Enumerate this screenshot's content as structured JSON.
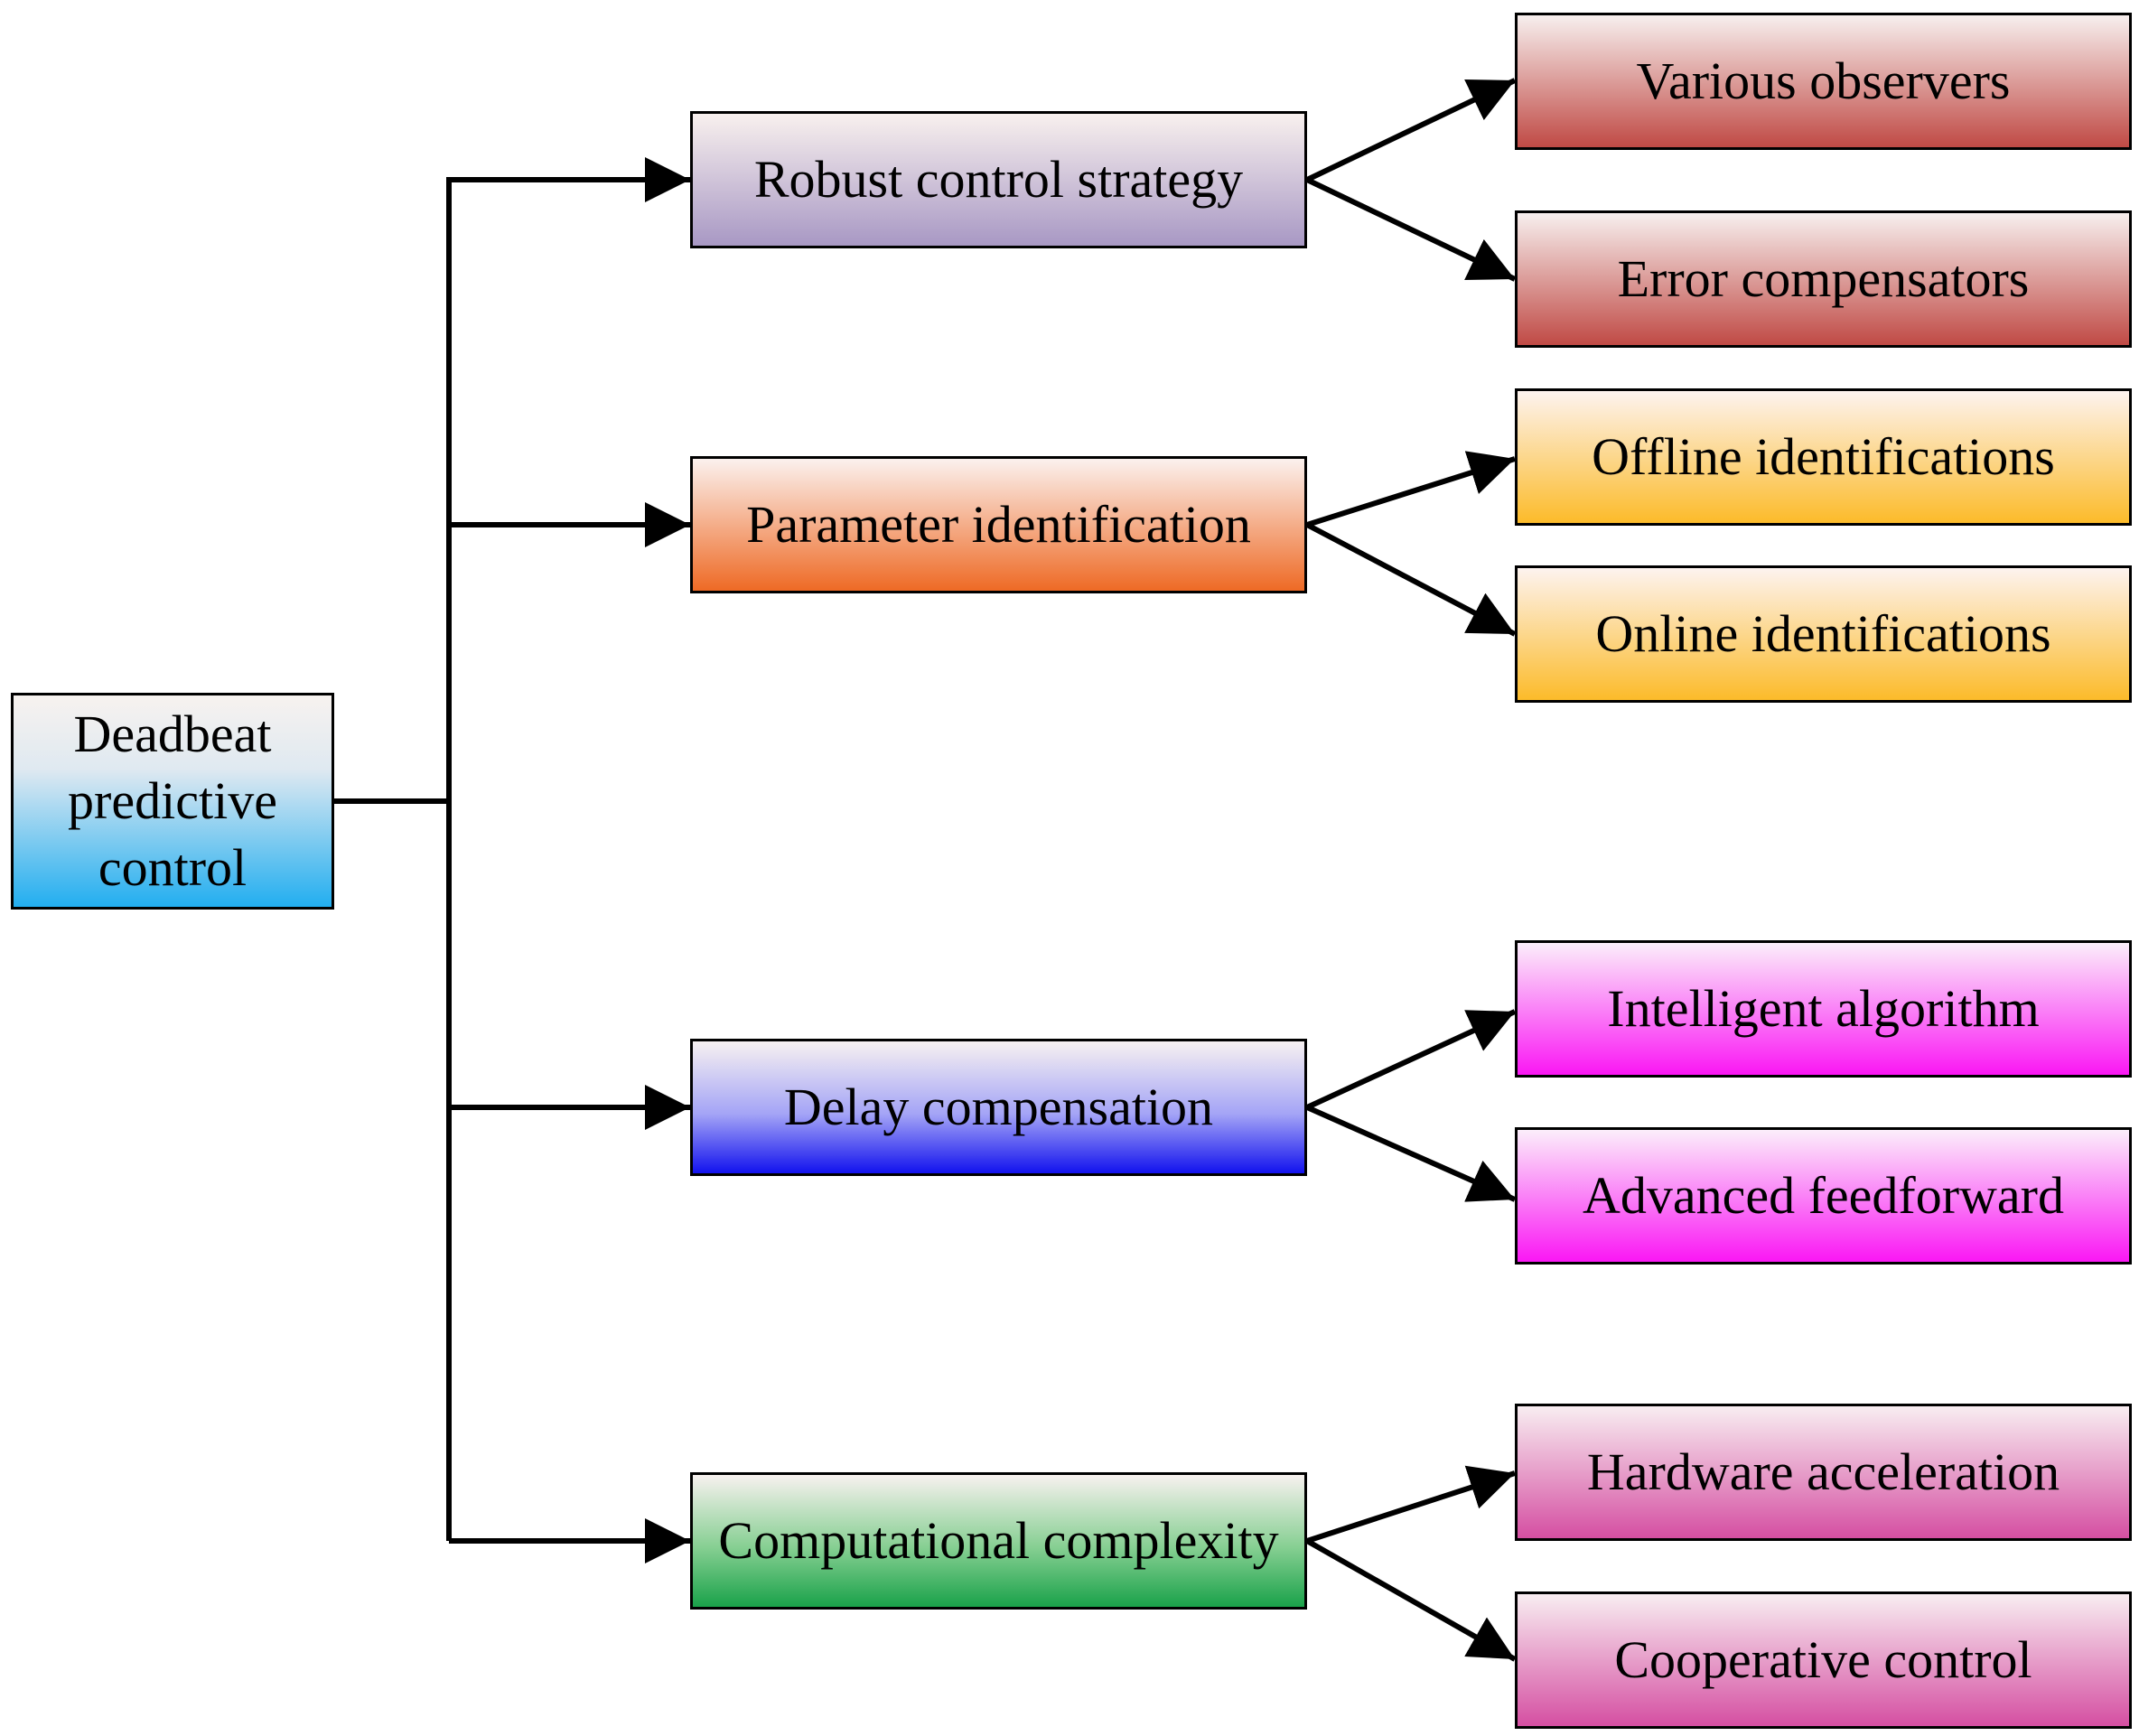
{
  "root": {
    "label": "Deadbeat predictive control"
  },
  "categories": [
    {
      "label": "Robust control strategy",
      "children": [
        "Various observers",
        "Error compensators"
      ]
    },
    {
      "label": "Parameter identification",
      "children": [
        "Offline identifications",
        "Online identifications"
      ]
    },
    {
      "label": "Delay compensation",
      "children": [
        "Intelligent algorithm",
        "Advanced feedforward"
      ]
    },
    {
      "label": "Computational complexity",
      "children": [
        "Hardware acceleration",
        "Cooperative control"
      ]
    }
  ]
}
